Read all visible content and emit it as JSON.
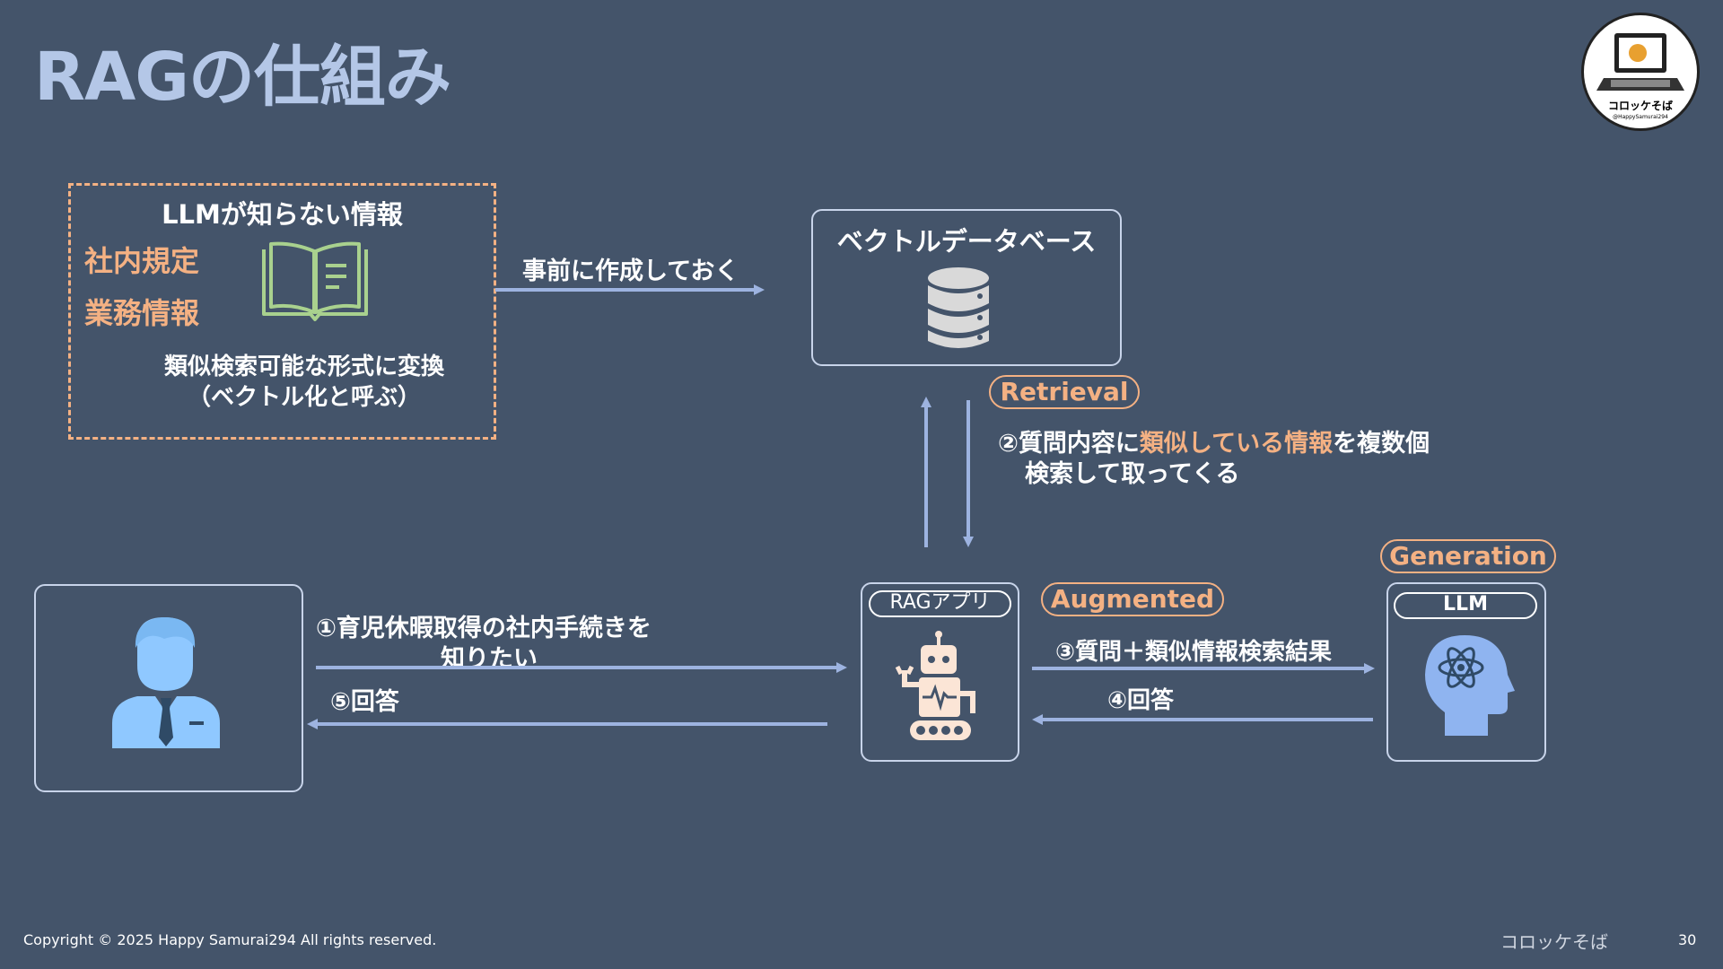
{
  "title": "RAGの仕組み",
  "logo": {
    "text": "コロッケそば",
    "handle": "@HappySamurai294"
  },
  "knowledge_box": {
    "heading": "LLMが知らない情報",
    "item1": "社内規定",
    "item2": "業務情報",
    "note_line1": "類似検索可能な形式に変換",
    "note_line2": "（ベクトル化と呼ぶ）",
    "icon": "book-icon"
  },
  "arrow_prepare_label": "事前に作成しておく",
  "vector_db": {
    "label": "ベクトルデータベース",
    "icon": "database-icon"
  },
  "retrieval": {
    "badge": "Retrieval",
    "desc_prefix": "②質問内容に",
    "desc_highlight": "類似している情報",
    "desc_suffix": "を複数個",
    "desc_line2": "検索して取ってくる"
  },
  "user": {
    "icon": "businessman-icon"
  },
  "step1_line1": "①育児休暇取得の社内手続きを",
  "step1_line2": "知りたい",
  "step5": "⑤回答",
  "rag_app": {
    "label": "RAGアプリ",
    "icon": "robot-icon"
  },
  "augmented_badge": "Augmented",
  "step3": "③質問＋類似情報検索結果",
  "step4": "④回答",
  "generation_badge": "Generation",
  "llm": {
    "label": "LLM",
    "icon": "ai-head-icon"
  },
  "footer": {
    "copyright": "Copyright © 2025 Happy Samurai294 All rights reserved.",
    "brand": "コロッケそば",
    "page": "30"
  },
  "colors": {
    "background": "#44546a",
    "title": "#b4c7e7",
    "accent": "#f4b183",
    "arrow": "#9db3e0",
    "icon_blue": "#8fc8ff",
    "book_green": "#a9d18e"
  }
}
